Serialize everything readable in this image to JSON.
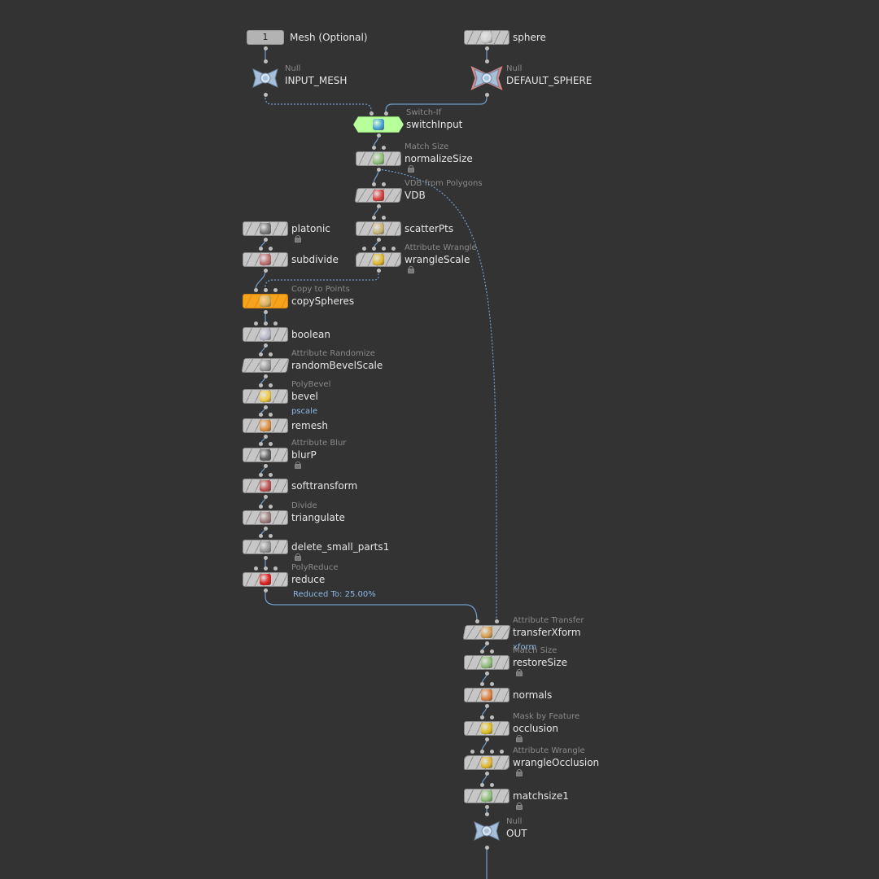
{
  "nodes": [
    {
      "id": "mesh_optional",
      "label": "Mesh (Optional)",
      "type_label": "",
      "shape": "input",
      "input_number": "1",
      "icon": "input-number-badge"
    },
    {
      "id": "sphere",
      "label": "sphere",
      "type_label": "",
      "shape": "box",
      "icon": "sphere-icon",
      "color": "#d0d0d0"
    },
    {
      "id": "input_mesh",
      "label": "INPUT_MESH",
      "type_label": "Null",
      "shape": "null",
      "icon": "null-icon",
      "color": "#a7bfd9"
    },
    {
      "id": "default_sphere",
      "label": "DEFAULT_SPHERE",
      "type_label": "Null",
      "shape": "null",
      "icon": "null-icon",
      "color": "#a7bfd9",
      "highlight": "#d88888"
    },
    {
      "id": "switch_input",
      "label": "switchInput",
      "type_label": "Switch-If",
      "shape": "green",
      "icon": "switch-icon",
      "color": "#4aa3d6"
    },
    {
      "id": "normalize_size",
      "label": "normalizeSize",
      "type_label": "Match Size",
      "shape": "box",
      "icon": "match-size-icon",
      "color": "#8fbf7a",
      "locked": true
    },
    {
      "id": "vdb",
      "label": "VDB",
      "type_label": "VDB from Polygons",
      "shape": "skew",
      "icon": "vdb-icon",
      "color": "#d84040"
    },
    {
      "id": "scatter_pts",
      "label": "scatterPts",
      "type_label": "",
      "shape": "box",
      "icon": "scatter-icon",
      "color": "#c9b57a"
    },
    {
      "id": "wrangle_scale",
      "label": "wrangleScale",
      "type_label": "Attribute Wrangle",
      "shape": "wavy",
      "icon": "wrangle-icon",
      "color": "#e0b830",
      "locked": true
    },
    {
      "id": "platonic",
      "label": "platonic",
      "type_label": "",
      "shape": "box",
      "icon": "platonic-icon",
      "color": "#7a7a7a",
      "locked": true
    },
    {
      "id": "subdivide",
      "label": "subdivide",
      "type_label": "",
      "shape": "box",
      "icon": "subdivide-icon",
      "color": "#c07070"
    },
    {
      "id": "copy_spheres",
      "label": "copySpheres",
      "type_label": "Copy to Points",
      "shape": "orange",
      "icon": "copy-icon",
      "color": "#d8b060"
    },
    {
      "id": "boolean",
      "label": "boolean",
      "type_label": "",
      "shape": "box",
      "icon": "boolean-icon",
      "color": "#b8b8c8"
    },
    {
      "id": "random_bevel_scale",
      "label": "randomBevelScale",
      "type_label": "Attribute Randomize",
      "shape": "skew",
      "icon": "randomize-icon",
      "color": "#9a9a9a"
    },
    {
      "id": "bevel",
      "label": "bevel",
      "type_label": "PolyBevel",
      "shape": "box",
      "icon": "bevel-icon",
      "color": "#f0cc40",
      "note": "pscale"
    },
    {
      "id": "remesh",
      "label": "remesh",
      "type_label": "",
      "shape": "box",
      "icon": "remesh-icon",
      "color": "#e09040"
    },
    {
      "id": "blur_p",
      "label": "blurP",
      "type_label": "Attribute Blur",
      "shape": "box",
      "icon": "blur-icon",
      "color": "#606060",
      "locked": true
    },
    {
      "id": "softtransform",
      "label": "softtransform",
      "type_label": "",
      "shape": "box",
      "icon": "soft-transform-icon",
      "color": "#c05050"
    },
    {
      "id": "triangulate",
      "label": "triangulate",
      "type_label": "Divide",
      "shape": "box",
      "icon": "divide-icon",
      "color": "#a08080"
    },
    {
      "id": "delete_small_parts1",
      "label": "delete_small_parts1",
      "type_label": "",
      "shape": "box",
      "icon": "delete-icon",
      "color": "#9a9a9a",
      "locked": true
    },
    {
      "id": "reduce",
      "label": "reduce",
      "type_label": "PolyReduce",
      "shape": "box",
      "icon": "reduce-icon",
      "color": "#e02020",
      "note": "Reduced To: 25.00%"
    },
    {
      "id": "transfer_xform",
      "label": "transferXform",
      "type_label": "Attribute Transfer",
      "shape": "skew",
      "icon": "transfer-icon",
      "color": "#d8a050",
      "note": "xform"
    },
    {
      "id": "restore_size",
      "label": "restoreSize",
      "type_label": "Match Size",
      "shape": "box",
      "icon": "match-size-icon",
      "color": "#8fbf7a",
      "locked": true
    },
    {
      "id": "normals",
      "label": "normals",
      "type_label": "",
      "shape": "box",
      "icon": "normals-icon",
      "color": "#e08040"
    },
    {
      "id": "occlusion",
      "label": "occlusion",
      "type_label": "Mask by Feature",
      "shape": "box",
      "icon": "mask-icon",
      "color": "#e0c020",
      "locked": true
    },
    {
      "id": "wrangle_occlusion",
      "label": "wrangleOcclusion",
      "type_label": "Attribute Wrangle",
      "shape": "wavy",
      "icon": "wrangle-icon",
      "color": "#e0b830",
      "locked": true
    },
    {
      "id": "matchsize1",
      "label": "matchsize1",
      "type_label": "",
      "shape": "box",
      "icon": "match-size-icon",
      "color": "#8fbf7a",
      "locked": true
    },
    {
      "id": "out",
      "label": "OUT",
      "type_label": "Null",
      "shape": "null",
      "icon": "null-icon",
      "color": "#a7bfd9"
    }
  ],
  "wire_color": "#6f9fcf"
}
